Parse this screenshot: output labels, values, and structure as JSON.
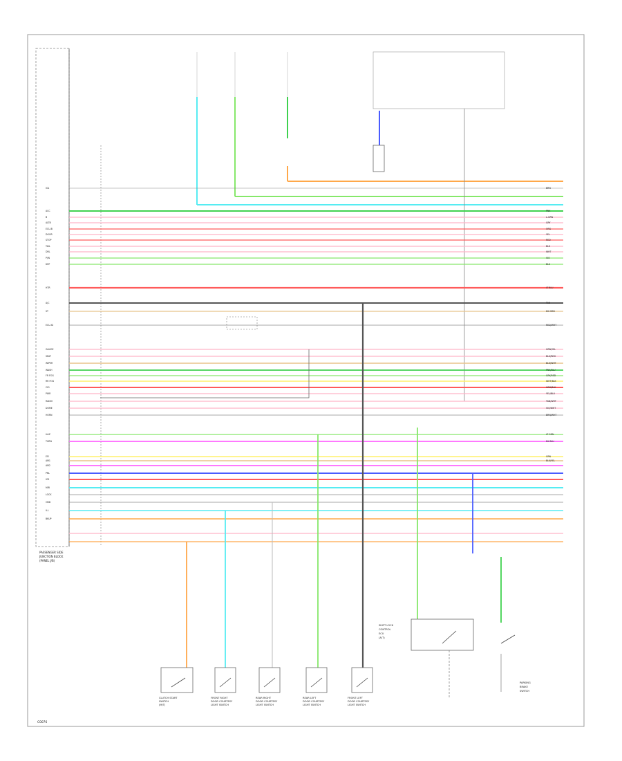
{
  "left_block": {
    "title_lines": [
      "PASSENGER SIDE",
      "JUNCTION BLOCK",
      "(PANEL J/B)"
    ]
  },
  "bottom_components": [
    {
      "lines": [
        "CLUTCH START",
        "SWITCH",
        "(M/T)"
      ]
    },
    {
      "lines": [
        "FRONT RIGHT",
        "DOOR COURTESY",
        "LIGHT SWITCH"
      ]
    },
    {
      "lines": [
        "REAR RIGHT",
        "DOOR COURTESY",
        "LIGHT SWITCH"
      ]
    },
    {
      "lines": [
        "REAR LEFT",
        "DOOR COURTESY",
        "LIGHT SWITCH"
      ]
    },
    {
      "lines": [
        "FRONT LEFT",
        "DOOR COURTESY",
        "LIGHT SWITCH"
      ]
    }
  ],
  "right_components": [
    {
      "lines": [
        "SHIFT LOCK",
        "CONTROL",
        "ECU",
        "(A/T)"
      ]
    },
    {
      "lines": [
        "PARKING",
        "BRAKE",
        "SWITCH"
      ]
    }
  ],
  "row_labels_left": [
    "IG1",
    "ACC",
    "B",
    "ALTB",
    "ECU-B",
    "DOOR",
    "STOP",
    "TAIL",
    "DRL",
    "P/W",
    "DEF",
    "HTR",
    "A/C",
    "ST",
    "ECU-IG",
    "GAUGE",
    "SEAT",
    "WIPER",
    "WASH",
    "FR FOG",
    "RR FOG",
    "CIG",
    "PWR",
    "RADIO",
    "DOME",
    "HORN",
    "HAZ",
    "TURN",
    "EFI",
    "AM1",
    "AM2",
    "PNL",
    "IG2",
    "MIR",
    "LOCK",
    "OBD",
    "ILL",
    "BKUP"
  ],
  "row_labels_right": [
    "BRN",
    "PNK",
    "L-GRN",
    "GRY",
    "ORG",
    "YEL",
    "RED",
    "BLK",
    "WHT",
    "VIO",
    "BLU",
    "LT BLU",
    "TAN",
    "DK GRN",
    "RED/WHT",
    "GRN/YEL",
    "BLU/RED",
    "BLK/WHT",
    "PNK/BLU",
    "GRY/RED",
    "WHT/BLK",
    "ORG/BLK",
    "YEL/BLU",
    "TAN/WHT",
    "VIO/WHT",
    "BRN/WHT",
    "LT GRN",
    "DK BLU",
    "GRN",
    "BLK/YEL"
  ],
  "footer": {
    "code": "C0076"
  },
  "colors": {
    "orange": "#ffa84a",
    "cyan": "#56ecf2",
    "green": "#3fd14f",
    "lime": "#86e86a",
    "red": "#ff5a5a",
    "pink": "#ffb3c8",
    "magenta": "#ff66ff",
    "yellow": "#fff06a",
    "blue": "#4a5cff",
    "tan": "#e8c48a",
    "gray": "#8a8a8a",
    "dark": "#555555"
  }
}
